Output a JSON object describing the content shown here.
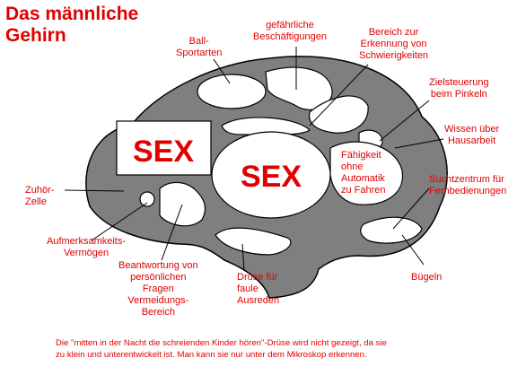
{
  "title": [
    "Das männliche",
    "Gehirn"
  ],
  "regions": {
    "sex_big": "SEX",
    "sex_small": "SEX",
    "faehigkeit": [
      "Fähigkeit",
      "ohne",
      "Automatik",
      "zu Fahren"
    ]
  },
  "labels": {
    "ball": [
      "Ball-",
      "Sportarten"
    ],
    "gefaehrlich": [
      "gefährliche",
      "Beschäftigungen"
    ],
    "erkennung": [
      "Bereich zur",
      "Erkennung von",
      "Schwierigkeiten"
    ],
    "zielsteuerung": [
      "Zielsteuerung",
      "beim Pinkeln"
    ],
    "hausarbeit": [
      "Wissen über",
      "Hausarbeit"
    ],
    "suchtzentrum": [
      "Suchtzentrum für",
      "Fernbedienungen"
    ],
    "zuhoer": [
      "Zuhör-",
      "Zelle"
    ],
    "aufmerksamkeit": [
      "Aufmerksamkeits-",
      "Vermögen"
    ],
    "beantwortung": [
      "Beantwortung von",
      "persönlichen",
      "Fragen",
      "Vermeidungs-",
      "Bereich"
    ],
    "druese": [
      "Drüse für",
      "faule",
      "Ausreden"
    ],
    "buegeln": "Bügeln"
  },
  "footnote": [
    "Die \"mitten in der Nacht die schreienden Kinder hören\"-Drüse wird nicht gezeigt, da sie",
    "zu klein und unterentwickelt ist. Man kann sie nur unter dem Mikroskop erkennen."
  ]
}
